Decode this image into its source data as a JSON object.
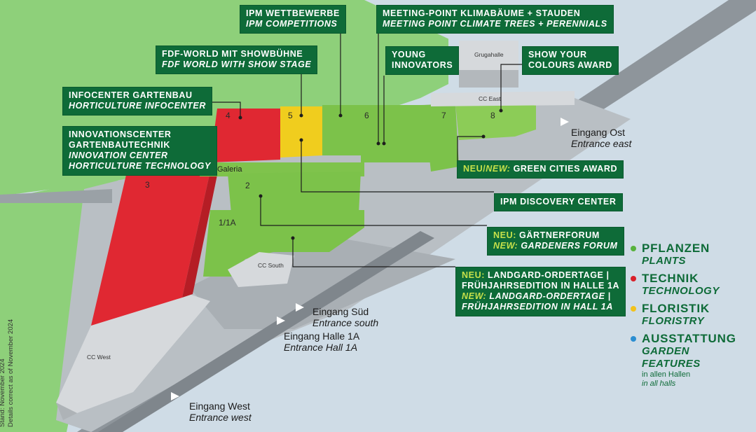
{
  "callouts": {
    "ipm_wettbewerbe": {
      "de": "IPM WETTBEWERBE",
      "en": "IPM COMPETITIONS"
    },
    "meeting_point": {
      "de": "MEETING-POINT KLIMABÄUME + STAUDEN",
      "en": "MEETING POINT CLIMATE TREES + PERENNIALS"
    },
    "fdf_world": {
      "de": "FDF-WORLD MIT SHOWBÜHNE",
      "en": "FDF WORLD WITH SHOW STAGE"
    },
    "young_innovators": {
      "line1": "YOUNG",
      "line2": "INNOVATORS"
    },
    "show_your_colours": {
      "line1": "SHOW YOUR",
      "line2": "COLOURS AWARD"
    },
    "infocenter": {
      "de": "INFOCENTER GARTENBAU",
      "en": "HORTICULTURE INFOCENTER"
    },
    "innovationscenter": {
      "de1": "INNOVATIONSCENTER",
      "de2": "GARTENBAUTECHNIK",
      "en1": "INNOVATION CENTER",
      "en2": "HORTICULTURE TECHNOLOGY"
    },
    "green_cities": {
      "prefix": "NEU/",
      "prefix_en": "NEW:",
      "text": " GREEN CITIES AWARD"
    },
    "discovery_center": {
      "text": "IPM DISCOVERY CENTER"
    },
    "gaertnerforum": {
      "prefix": "NEU:",
      "de": " GÄRTNERFORUM",
      "prefix_en": "NEW:",
      "en": " GARDENERS FORUM"
    },
    "landgard": {
      "prefix": "NEU:",
      "de1": " LANDGARD-ORDERTAGE |",
      "de2": "FRÜHJAHRSEDITION IN HALLE 1A",
      "prefix_en": "NEW:",
      "en1": " LANDGARD-ORDERTAGE |",
      "en2": "FRÜHJAHRSEDITION IN HALL 1A"
    }
  },
  "halls": {
    "h1": "1/1A",
    "h2": "2",
    "h3": "3",
    "h4": "4",
    "h5": "5",
    "h6": "6",
    "h7": "7",
    "h8": "8"
  },
  "buildings": {
    "galeria": "Galeria",
    "grugahalle": "Grugahalle",
    "cc_east": "CC East",
    "cc_south": "CC South",
    "cc_west": "CC West"
  },
  "entrances": {
    "ost": {
      "de": "Eingang Ost",
      "en": "Entrance east"
    },
    "sued": {
      "de": "Eingang Süd",
      "en": "Entrance south"
    },
    "halle1a": {
      "de": "Eingang Halle 1A",
      "en": "Entrance Hall 1A"
    },
    "west": {
      "de": "Eingang West",
      "en": "Entrance west"
    }
  },
  "legend": {
    "pflanzen": {
      "de": "PFLANZEN",
      "en": "PLANTS",
      "color": "#57b23c"
    },
    "technik": {
      "de": "TECHNIK",
      "en": "TECHNOLOGY",
      "color": "#d9202a"
    },
    "floristik": {
      "de": "FLORISTIK",
      "en": "FLORISTRY",
      "color": "#f2c21b"
    },
    "ausstattung": {
      "de": "AUSSTATTUNG",
      "en1": "GARDEN",
      "en2": "FEATURES",
      "color": "#2b8ed1"
    },
    "note_de": "in allen Hallen",
    "note_en": "in all halls"
  },
  "stand": {
    "de": "Stand: November 2024",
    "en": "Details correct as of November 2024"
  },
  "colors": {
    "callout_bg": "#0e6b38",
    "neu_accent": "#c6e04a",
    "plants": "#7cc24a",
    "technology": "#e02832",
    "floristry": "#f0cd1e",
    "lawn": "#8ed07a",
    "water": "#cfdce6"
  }
}
